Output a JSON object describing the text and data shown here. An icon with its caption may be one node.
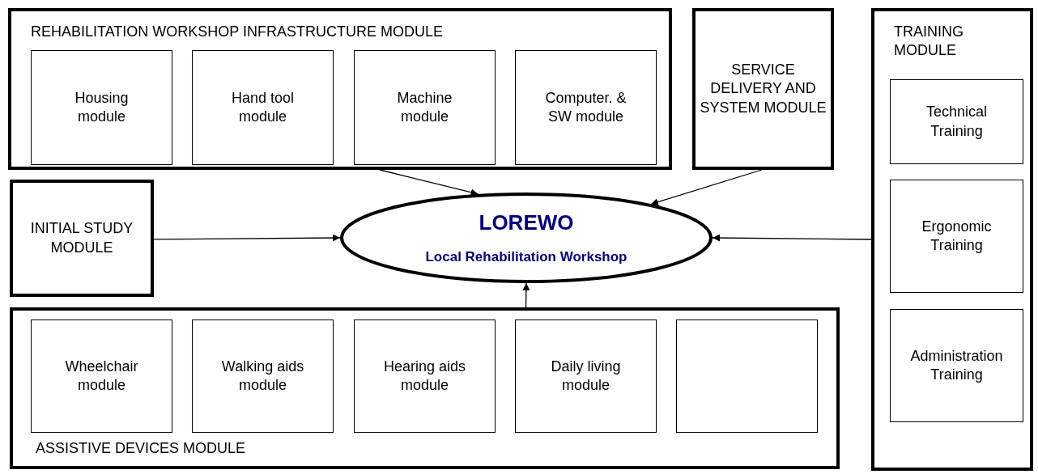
{
  "diagram": {
    "nodes": [
      {
        "text": [
          "REHABILITATION WORKSHOP INFRASTRUCTURE MODULE"
        ]
      },
      {
        "text": [
          "Housing module"
        ],
        "in": 0
      },
      {
        "text": [
          "Hand tool module"
        ],
        "in": 0
      },
      {
        "text": [
          "Machine module"
        ],
        "in": 0
      },
      {
        "text": [
          "Computer. & SW module"
        ],
        "in": 0
      },
      {
        "text": [
          "SERVICE DELIVERY AND SYSTEM MODULE"
        ]
      },
      {
        "text": [
          "TRAINING MODULE"
        ]
      },
      {
        "text": [
          "Technical Training"
        ],
        "in": 6
      },
      {
        "text": [
          "Ergonomic Training"
        ],
        "in": 6
      },
      {
        "text": [
          "Administration Training"
        ],
        "in": 6
      },
      {
        "text": [
          "INITIAL STUDY MODULE"
        ]
      },
      {
        "text": [
          "LOREWO",
          "Local Rehabilitation Workshop"
        ]
      },
      {
        "text": [
          "ASSISTIVE DEVICES MODULE"
        ]
      },
      {
        "text": [
          "Wheelchair module"
        ],
        "in": 12
      },
      {
        "text": [
          "Walking aids module"
        ],
        "in": 12
      },
      {
        "text": [
          "Hearing aids module"
        ],
        "in": 12
      },
      {
        "text": [
          "Daily living module"
        ],
        "in": 12
      },
      {
        "text": [],
        "shape": "box",
        "in": 12
      }
    ],
    "edges": [
      {
        "from": 0,
        "to": 11,
        "arrow": "to"
      },
      {
        "from": 5,
        "to": 11,
        "arrow": "to"
      },
      {
        "from": 10,
        "to": 11,
        "arrow": "to"
      },
      {
        "from": 6,
        "to": 11,
        "arrow": "to"
      },
      {
        "from": 12,
        "to": 11,
        "arrow": "to"
      }
    ]
  }
}
